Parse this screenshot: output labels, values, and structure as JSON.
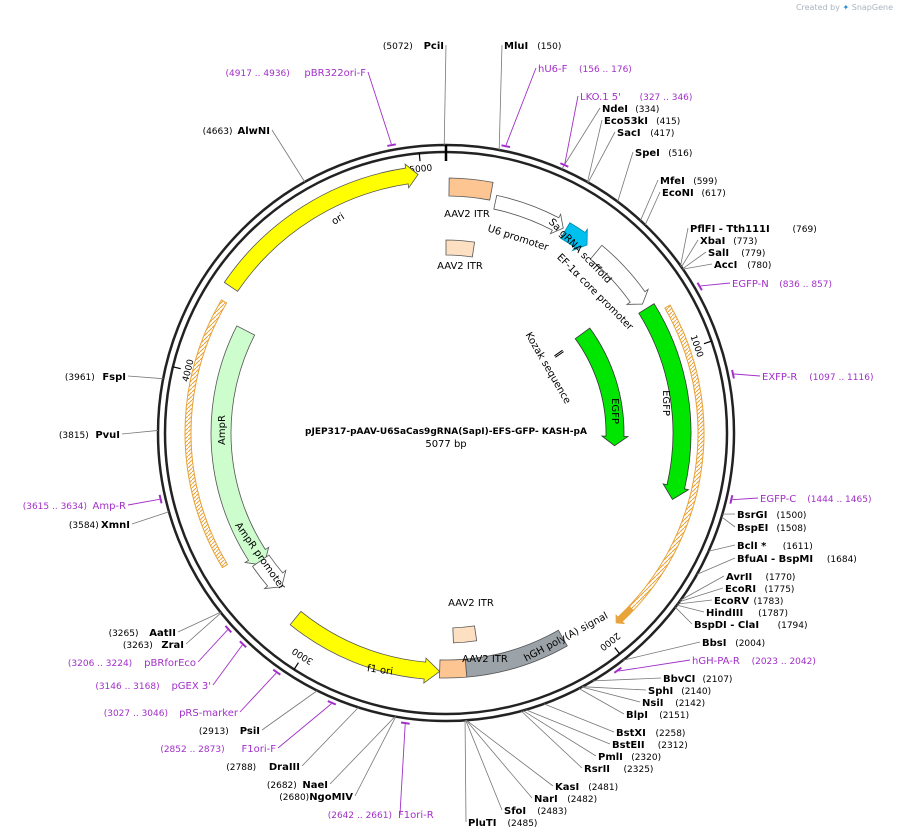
{
  "app": {
    "created_by": "Created by",
    "brand": "SnapGene"
  },
  "plasmid": {
    "name": "pJEP317-pAAV-U6SaCas9gRNA(SapI)-EFS-GFP- KASH-pA",
    "size_label": "5077 bp",
    "length": 5077
  },
  "ticks": [
    "1000",
    "2000",
    "3000",
    "4000",
    "5000"
  ],
  "sites": [
    {
      "name": "PciI",
      "pos": "(5072)",
      "side": "L",
      "color": "#000"
    },
    {
      "name": "MluI",
      "pos": "(150)",
      "side": "R"
    },
    {
      "name": "NdeI",
      "pos": "(334)",
      "side": "R"
    },
    {
      "name": "Eco53kI",
      "pos": "(415)",
      "side": "R"
    },
    {
      "name": "SacI",
      "pos": "(417)",
      "side": "R"
    },
    {
      "name": "SpeI",
      "pos": "(516)",
      "side": "R"
    },
    {
      "name": "MfeI",
      "pos": "(599)",
      "side": "R"
    },
    {
      "name": "EcoNI",
      "pos": "(617)",
      "side": "R"
    },
    {
      "name": "PflFI - Tth111I",
      "pos": "(769)",
      "side": "R"
    },
    {
      "name": "XbaI",
      "pos": "(773)",
      "side": "R"
    },
    {
      "name": "SalI",
      "pos": "(779)",
      "side": "R"
    },
    {
      "name": "AccI",
      "pos": "(780)",
      "side": "R"
    },
    {
      "name": "BsrGI",
      "pos": "(1500)",
      "side": "R"
    },
    {
      "name": "BspEI",
      "pos": "(1508)",
      "side": "R"
    },
    {
      "name": "BclI *",
      "pos": "(1611)",
      "side": "R"
    },
    {
      "name": "BfuAI - BspMI",
      "pos": "(1684)",
      "side": "R"
    },
    {
      "name": "AvrII",
      "pos": "(1770)",
      "side": "R"
    },
    {
      "name": "EcoRI",
      "pos": "(1775)",
      "side": "R"
    },
    {
      "name": "EcoRV",
      "pos": "(1783)",
      "side": "R"
    },
    {
      "name": "HindIII",
      "pos": "(1787)",
      "side": "R"
    },
    {
      "name": "BspDI - ClaI",
      "pos": "(1794)",
      "side": "R"
    },
    {
      "name": "BbsI",
      "pos": "(2004)",
      "side": "R"
    },
    {
      "name": "BbvCI",
      "pos": "(2107)",
      "side": "R"
    },
    {
      "name": "SphI",
      "pos": "(2140)",
      "side": "R"
    },
    {
      "name": "NsiI",
      "pos": "(2142)",
      "side": "R"
    },
    {
      "name": "BlpI",
      "pos": "(2151)",
      "side": "R"
    },
    {
      "name": "BstXI",
      "pos": "(2258)",
      "side": "R"
    },
    {
      "name": "BstEII",
      "pos": "(2312)",
      "side": "R"
    },
    {
      "name": "PmlI",
      "pos": "(2320)",
      "side": "R"
    },
    {
      "name": "RsrII",
      "pos": "(2325)",
      "side": "R"
    },
    {
      "name": "KasI",
      "pos": "(2481)",
      "side": "R"
    },
    {
      "name": "NarI",
      "pos": "(2482)",
      "side": "R"
    },
    {
      "name": "SfoI",
      "pos": "(2483)",
      "side": "R"
    },
    {
      "name": "PluTI",
      "pos": "(2485)",
      "side": "R"
    },
    {
      "name": "NgoMIV",
      "pos": "(2680)",
      "side": "L"
    },
    {
      "name": "NaeI",
      "pos": "(2682)",
      "side": "L"
    },
    {
      "name": "DraIII",
      "pos": "(2788)",
      "side": "L"
    },
    {
      "name": "PsiI",
      "pos": "(2913)",
      "side": "L"
    },
    {
      "name": "ZraI",
      "pos": "(3263)",
      "side": "L"
    },
    {
      "name": "AatII",
      "pos": "(3265)",
      "side": "L"
    },
    {
      "name": "XmnI",
      "pos": "(3584)",
      "side": "L"
    },
    {
      "name": "PvuI",
      "pos": "(3815)",
      "side": "L"
    },
    {
      "name": "FspI",
      "pos": "(3961)",
      "side": "L"
    },
    {
      "name": "AlwNI",
      "pos": "(4663)",
      "side": "L"
    }
  ],
  "primers": [
    {
      "name": "hU6-F",
      "range": "(156 .. 176)"
    },
    {
      "name": "LKO.1 5'",
      "range": "(327 .. 346)"
    },
    {
      "name": "EGFP-N",
      "range": "(836 .. 857)"
    },
    {
      "name": "EXFP-R",
      "range": "(1097 .. 1116)"
    },
    {
      "name": "EGFP-C",
      "range": "(1444 .. 1465)"
    },
    {
      "name": "hGH-PA-R",
      "range": "(2023 .. 2042)"
    },
    {
      "name": "F1ori-R",
      "range": "(2642 .. 2661)"
    },
    {
      "name": "F1ori-F",
      "range": "(2852 .. 2873)"
    },
    {
      "name": "pRS-marker",
      "range": "(3027 .. 3046)"
    },
    {
      "name": "pGEX 3'",
      "range": "(3146 .. 3168)"
    },
    {
      "name": "pBRforEco",
      "range": "(3206 .. 3224)"
    },
    {
      "name": "Amp-R",
      "range": "(3615 .. 3634)"
    },
    {
      "name": "pBR322ori-F",
      "range": "(4917 .. 4936)"
    }
  ],
  "features": {
    "ori": "ori",
    "aav2_itr": "AAV2 ITR",
    "u6_promoter": "U6 promoter",
    "sa_grna_scaffold": "Sa gRNA scaffold",
    "ef1a_core": "EF-1α core promoter",
    "kozak": "Kozak sequence",
    "egfp": "EGFP",
    "hgh_polya": "hGH poly(A) signal",
    "f1_ori": "f1 ori",
    "ampr": "AmpR",
    "ampr_promoter": "AmpR promoter"
  },
  "colors": {
    "ori": "#ffff00",
    "aav2_itr": "#fcc592",
    "aav2_itr_light": "#fde0c2",
    "sa_grna_scaffold": "#00c0f0",
    "egfp": "#00e600",
    "hgh_polya": "#9ca3a8",
    "f1_ori": "#ffff00",
    "ampr": "#cdfccd",
    "primer": "#a22fc8",
    "orange_arc": "#e8a33a"
  }
}
